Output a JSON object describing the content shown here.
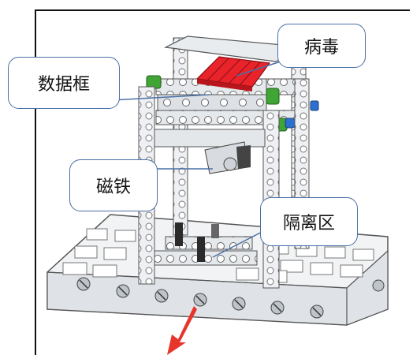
{
  "labels": {
    "virus": "病毒",
    "data_frame": "数据框",
    "magnet": "磁铁",
    "isolation_zone": "隔离区"
  },
  "colors": {
    "callout_border": "#4a6fa5",
    "virus_block": "#e8232a",
    "arrow": "#e8352a",
    "connector_green": "#3fa535",
    "connector_blue": "#2c6fd1",
    "beam": "#e9ecef",
    "beam_stroke": "#6b6f74",
    "base": "#eef0f2"
  }
}
